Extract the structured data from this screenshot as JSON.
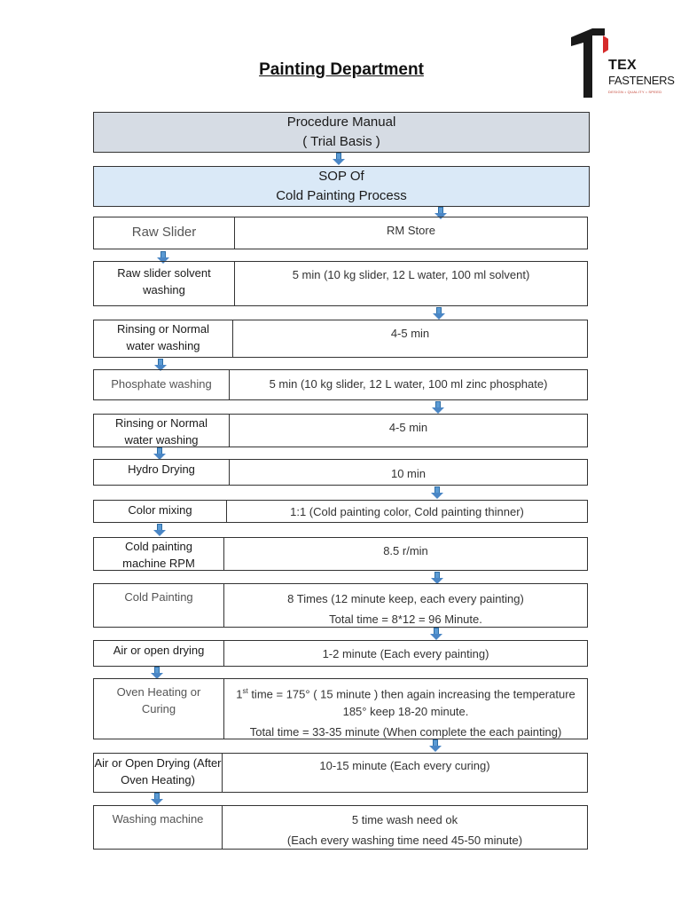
{
  "document": {
    "title": "Painting Department"
  },
  "logo": {
    "icon": "tex-fasteners-logo",
    "brand_line1": "TEX",
    "brand_line2": "FASTENERS",
    "tagline": "DESIGN • QUALITY • SPEED"
  },
  "header": {
    "line1": "Procedure Manual",
    "line2": "( Trial Basis )",
    "sop_line1": "SOP Of",
    "sop_line2": "Cold Painting Process"
  },
  "steps": [
    {
      "label": "Raw Slider",
      "detail": "RM Store"
    },
    {
      "label": "Raw slider solvent washing",
      "detail": "5 min (10 kg slider, 12 L water, 100 ml solvent)"
    },
    {
      "label": "Rinsing or Normal water washing",
      "detail": "4-5 min"
    },
    {
      "label": "Phosphate washing",
      "detail": "5 min (10 kg slider, 12 L water, 100 ml zinc phosphate)"
    },
    {
      "label": "Rinsing or Normal water washing",
      "detail": "4-5 min"
    },
    {
      "label": "Hydro Drying",
      "detail": "10 min"
    },
    {
      "label": "Color mixing",
      "detail": "1:1 (Cold painting color, Cold painting thinner)"
    },
    {
      "label": "Cold painting machine RPM",
      "detail": "8.5 r/min"
    },
    {
      "label": "Cold Painting",
      "detail": "8 Times (12 minute keep, each every painting)",
      "detail2": "Total time = 8*12 = 96 Minute."
    },
    {
      "label": "Air or open drying",
      "detail": "1-2 minute (Each every painting)"
    },
    {
      "label": "Oven Heating or Curing",
      "detail_pre": "1",
      "detail_sup": "st",
      "detail": " time = 175° ( 15 minute ) then again increasing the temperature 185° keep 18-20 minute.",
      "detail2": "Total time = 33-35 minute (When complete the each painting)"
    },
    {
      "label": "Air or Open Drying (After Oven Heating)",
      "detail": "10-15 minute (Each every curing)"
    },
    {
      "label": "Washing machine",
      "detail": "5 time wash need ok",
      "detail2": "(Each every washing time need 45-50 minute)"
    }
  ]
}
